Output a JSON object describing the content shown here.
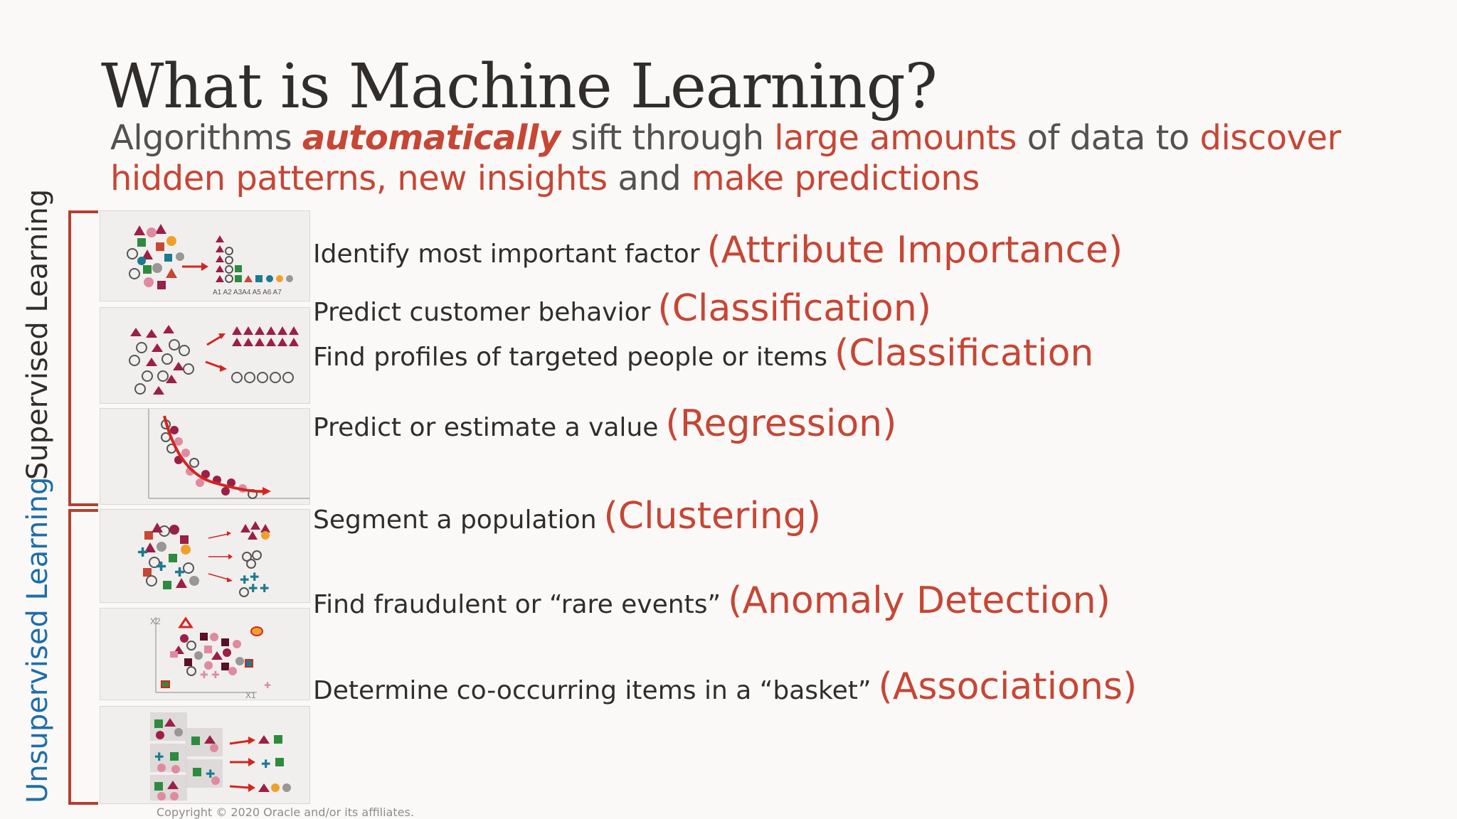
{
  "slide": {
    "title": "What is Machine Learning?",
    "subtitle": {
      "p1": "Algorithms ",
      "p2": "automatically",
      "p3": " sift through ",
      "p4": "large amounts",
      "p5": " of data to ",
      "p6": "discover hidden patterns, new insights",
      "p7": " and ",
      "p8": "make predictions"
    },
    "groups": {
      "supervised": "Supervised Learning",
      "unsupervised": "Unsupervised Learning"
    },
    "rows": [
      {
        "desc": "Identify most important factor",
        "tag": "(Attribute Importance)"
      },
      {
        "desc": "Predict customer behavior",
        "tag": "(Classification)"
      },
      {
        "desc": "Find profiles of targeted people or items",
        "tag": "(Classification"
      },
      {
        "desc": "Predict or estimate a value",
        "tag": "(Regression)"
      },
      {
        "desc": "Segment a population",
        "tag": "(Clustering)"
      },
      {
        "desc": "Find fraudulent or “rare events”",
        "tag": "(Anomaly Detection)"
      },
      {
        "desc": "Determine co-occurring items in a “basket”",
        "tag": "(Associations)"
      }
    ],
    "attr_axis": "A1 A2 A3A4 A5 A6 A7",
    "axis_x2": "X2",
    "axis_x1": "X1",
    "copyright": "Copyright © 2020 Oracle and/or its affiliates.",
    "colors": {
      "accent": "#c74634",
      "text": "#312d2a",
      "unsupervised": "#1e6ea8",
      "maroon": "#9b1f46",
      "green": "#2e8b3e",
      "teal": "#1c7a91",
      "orange": "#f0a02a",
      "pink": "#e08aa0",
      "gray": "#9a9694"
    }
  }
}
